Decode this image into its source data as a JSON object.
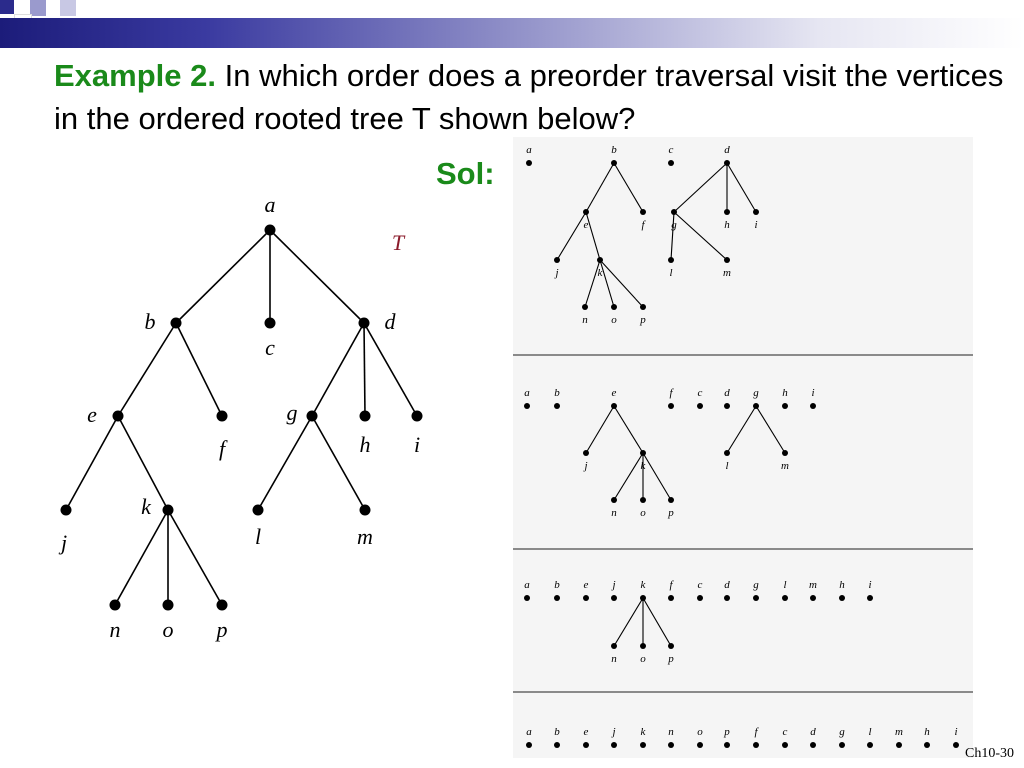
{
  "title": {
    "example_label": "Example 2.",
    "question": " In which order does a preorder traversal visit the vertices in the ordered rooted tree T shown below?"
  },
  "solution_label": "Sol:",
  "tree": {
    "name": "T",
    "nodes": [
      {
        "id": "a",
        "label": "a"
      },
      {
        "id": "b",
        "label": "b"
      },
      {
        "id": "c",
        "label": "c"
      },
      {
        "id": "d",
        "label": "d"
      },
      {
        "id": "e",
        "label": "e"
      },
      {
        "id": "f",
        "label": "f"
      },
      {
        "id": "g",
        "label": "g"
      },
      {
        "id": "h",
        "label": "h"
      },
      {
        "id": "i",
        "label": "i"
      },
      {
        "id": "j",
        "label": "j"
      },
      {
        "id": "k",
        "label": "k"
      },
      {
        "id": "l",
        "label": "l"
      },
      {
        "id": "m",
        "label": "m"
      },
      {
        "id": "n",
        "label": "n"
      },
      {
        "id": "o",
        "label": "o"
      },
      {
        "id": "p",
        "label": "p"
      }
    ],
    "edges": [
      [
        "a",
        "b"
      ],
      [
        "a",
        "c"
      ],
      [
        "a",
        "d"
      ],
      [
        "b",
        "e"
      ],
      [
        "b",
        "f"
      ],
      [
        "d",
        "g"
      ],
      [
        "d",
        "h"
      ],
      [
        "d",
        "i"
      ],
      [
        "e",
        "j"
      ],
      [
        "e",
        "k"
      ],
      [
        "g",
        "l"
      ],
      [
        "g",
        "m"
      ],
      [
        "k",
        "n"
      ],
      [
        "k",
        "o"
      ],
      [
        "k",
        "p"
      ]
    ]
  },
  "steps": [
    {
      "nodes": [
        "a",
        "b",
        "c",
        "d",
        "e",
        "f",
        "g",
        "h",
        "i",
        "j",
        "k",
        "l",
        "m",
        "n",
        "o",
        "p"
      ],
      "edges": [
        [
          "b",
          "e"
        ],
        [
          "b",
          "f"
        ],
        [
          "d",
          "g"
        ],
        [
          "d",
          "h"
        ],
        [
          "d",
          "i"
        ],
        [
          "e",
          "j"
        ],
        [
          "e",
          "k"
        ],
        [
          "g",
          "l"
        ],
        [
          "g",
          "m"
        ],
        [
          "k",
          "n"
        ],
        [
          "k",
          "o"
        ],
        [
          "k",
          "p"
        ]
      ]
    },
    {
      "nodes": [
        "a",
        "b",
        "e",
        "f",
        "c",
        "d",
        "g",
        "h",
        "i",
        "j",
        "k",
        "l",
        "m",
        "n",
        "o",
        "p"
      ],
      "edges": [
        [
          "e",
          "j"
        ],
        [
          "e",
          "k"
        ],
        [
          "g",
          "l"
        ],
        [
          "g",
          "m"
        ],
        [
          "k",
          "n"
        ],
        [
          "k",
          "o"
        ],
        [
          "k",
          "p"
        ]
      ]
    },
    {
      "nodes": [
        "a",
        "b",
        "e",
        "j",
        "k",
        "f",
        "c",
        "d",
        "g",
        "l",
        "m",
        "h",
        "i",
        "n",
        "o",
        "p"
      ],
      "edges": [
        [
          "k",
          "n"
        ],
        [
          "k",
          "o"
        ],
        [
          "k",
          "p"
        ]
      ]
    },
    {
      "nodes": [
        "a",
        "b",
        "e",
        "j",
        "k",
        "n",
        "o",
        "p",
        "f",
        "c",
        "d",
        "g",
        "l",
        "m",
        "h",
        "i"
      ],
      "edges": []
    }
  ],
  "footer": "Ch10-30"
}
